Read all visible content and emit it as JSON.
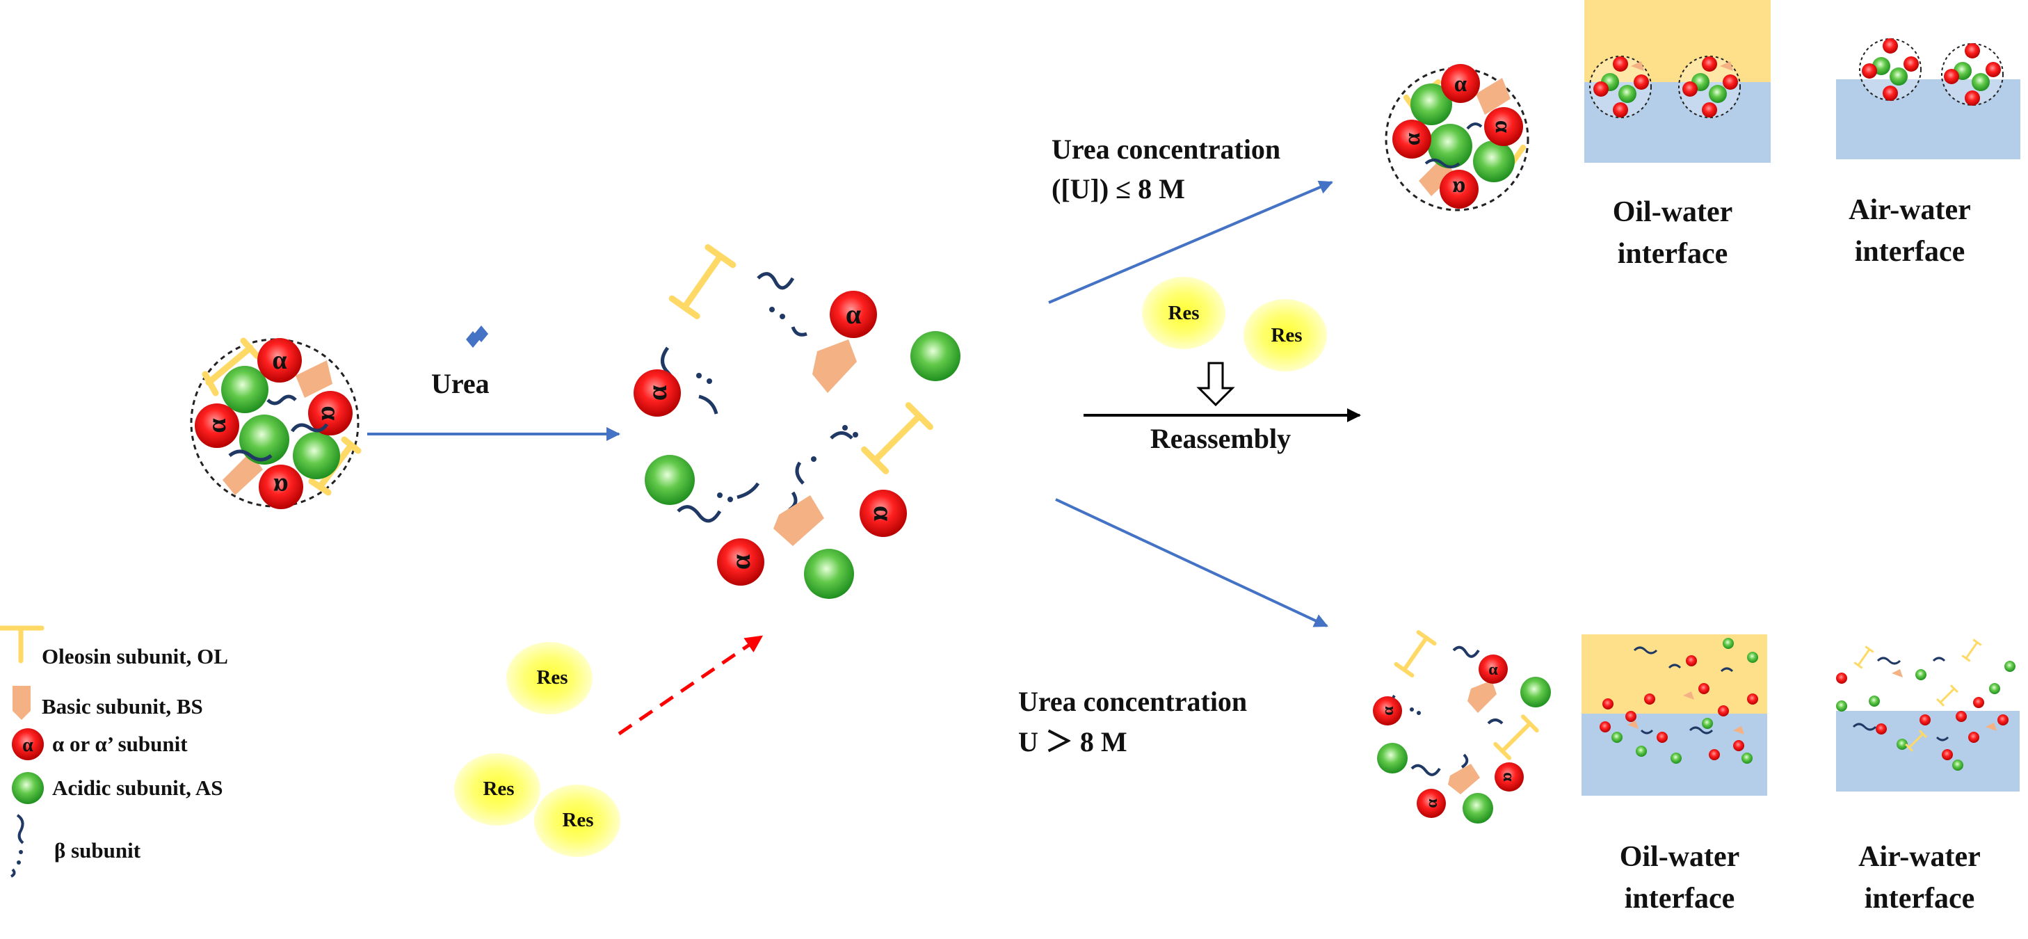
{
  "labels": {
    "urea": "Urea",
    "urea_low_line1": "Urea concentration",
    "urea_low_line2": "([U]) ≤ 8 M",
    "urea_high_line1": "Urea concentration",
    "urea_high_line2": "U ＞ 8 M",
    "reassembly": "Reassembly",
    "res": "Res",
    "alpha_symbol": "α",
    "oil_water_1": "Oil-water",
    "oil_water_2": "interface",
    "air_water_1": "Air-water",
    "air_water_2": "interface"
  },
  "legend": [
    {
      "icon": "oleosin-icon",
      "text": "Oleosin subunit, OL"
    },
    {
      "icon": "basic-subunit-icon",
      "text": "Basic subunit, BS"
    },
    {
      "icon": "alpha-subunit-icon",
      "text": "α or α’ subunit"
    },
    {
      "icon": "acidic-subunit-icon",
      "text": "Acidic subunit, AS"
    },
    {
      "icon": "beta-subunit-icon",
      "text": "β subunit"
    }
  ],
  "colors": {
    "arrow_blue": "#4472c4",
    "arrow_red": "#ff0000",
    "alpha_red": "#e11d1d",
    "acidic_green": "#3fb43f",
    "basic_orange": "#f4b183",
    "oleosin_yellow": "#ffd966",
    "beta_navy": "#1f3864",
    "oil_yellow": "#ffe08a",
    "water_blue": "#b4cde8",
    "res_yellow": "#ffff66"
  }
}
